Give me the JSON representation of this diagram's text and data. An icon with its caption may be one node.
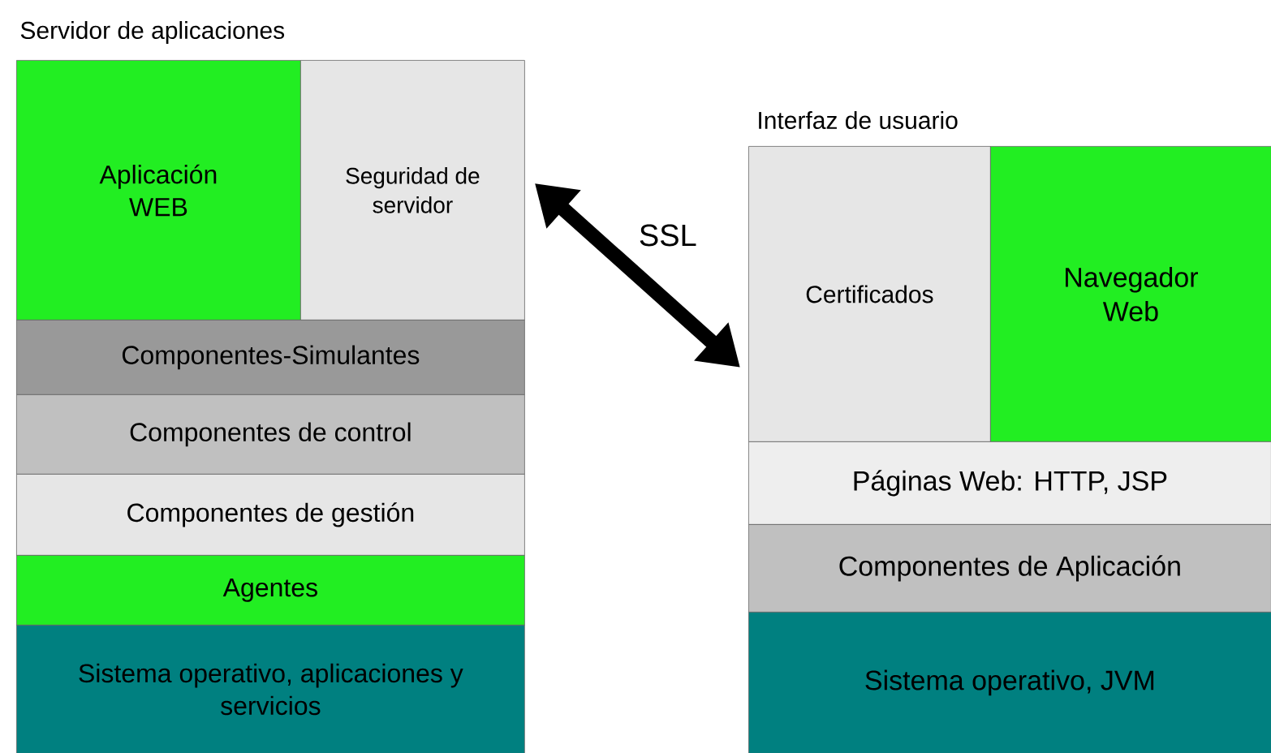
{
  "diagram": {
    "nodes": [
      {
        "text": [
          "Aplicación WEB"
        ]
      },
      {
        "text": [
          "Seguridad de servidor"
        ]
      },
      {
        "text": [
          "Componentes-Simulantes"
        ]
      },
      {
        "text": [
          "Componentes de control"
        ]
      },
      {
        "text": [
          "Componentes de gestión"
        ]
      },
      {
        "text": [
          "Agentes"
        ]
      },
      {
        "text": [
          "Sistema operativo, aplicaciones y servicios"
        ]
      },
      {
        "text": [
          "Certificados"
        ]
      },
      {
        "text": [
          "Navegador Web"
        ]
      },
      {
        "text": [
          "Páginas Web: HTTP, JSP"
        ]
      },
      {
        "text": [
          "Componentes de Aplicación"
        ]
      },
      {
        "text": [
          "Sistema operativo, JVM"
        ]
      }
    ],
    "edges": [
      {
        "from": 1,
        "to": 7,
        "arrow": "both",
        "label": "SSL"
      }
    ],
    "labels": [
      "Servidor de aplicaciones",
      "Interfaz de usuario"
    ]
  }
}
